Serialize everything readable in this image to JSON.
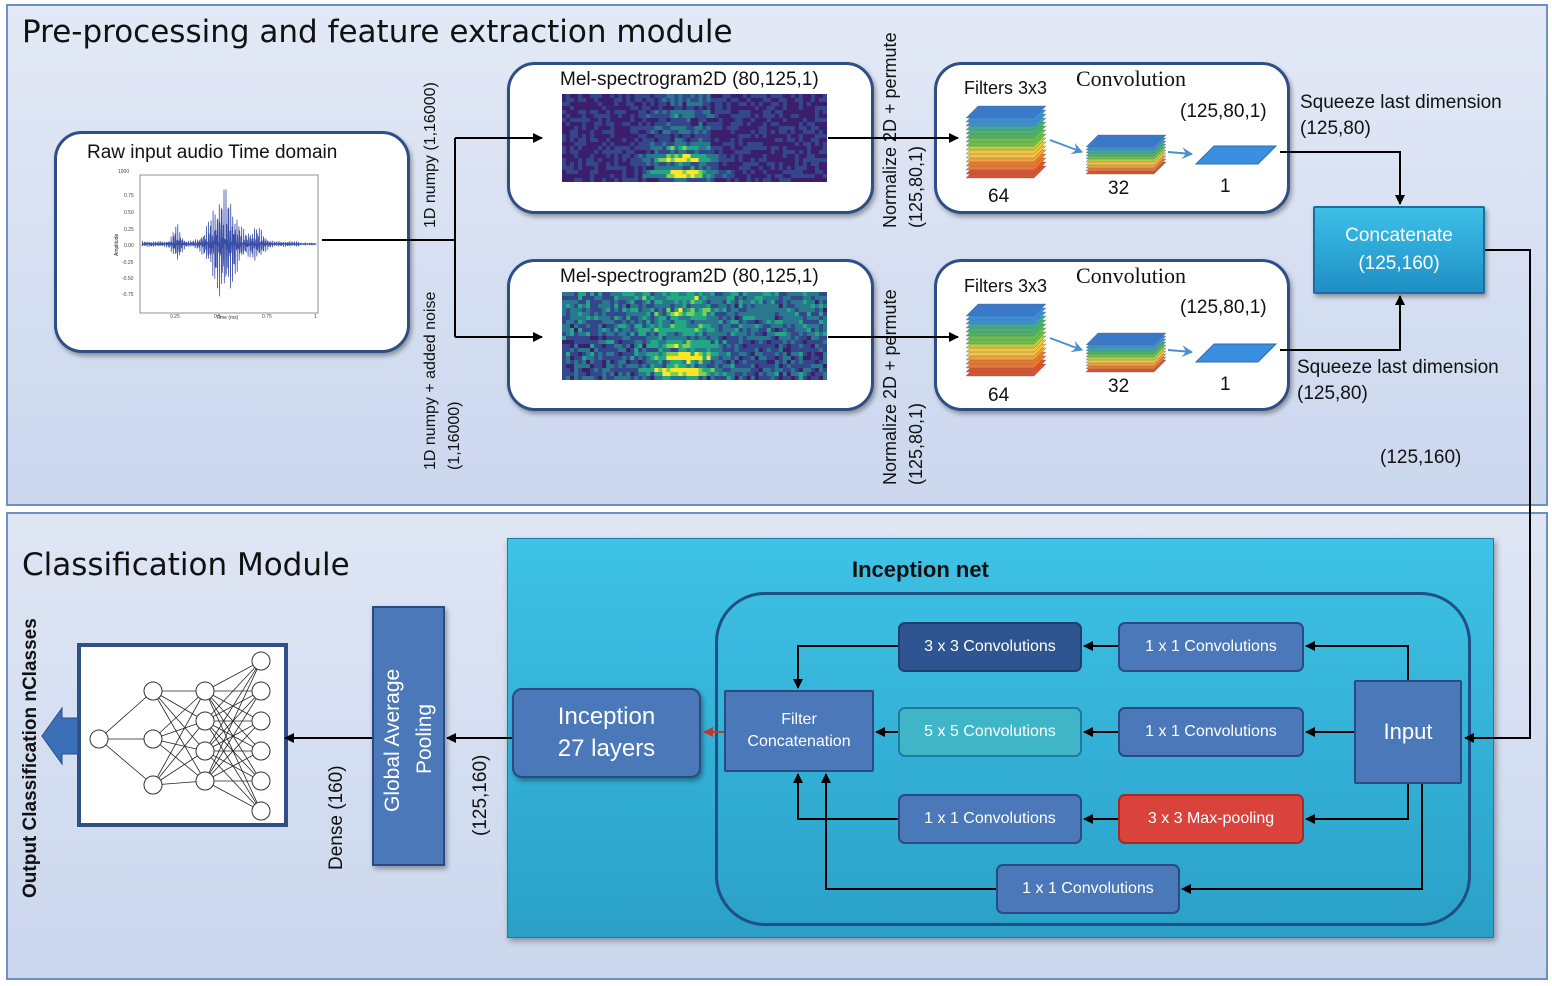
{
  "top_module": {
    "title": "Pre-processing and feature extraction module",
    "raw_audio_label": "Raw input audio Time domain",
    "mel1_label": "Mel-spectrogram2D (80,125,1)",
    "mel2_label": "Mel-spectrogram2D (80,125,1)",
    "numpy1_label": "1D numpy (1,16000)",
    "numpy2_line1": "1D numpy + added noise",
    "numpy2_line2": "(1,16000)",
    "norm1_line1": "Normalize 2D + permute",
    "norm1_line2": "(125,80,1)",
    "norm2_line1": "Normalize 2D + permute",
    "norm2_line2": "(125,80,1)",
    "filters1": "Filters 3x3",
    "conv1": "Convolution",
    "shape1": "(125,80,1)",
    "filters2": "Filters 3x3",
    "conv2": "Convolution",
    "shape2": "(125,80,1)",
    "n64_a": "64",
    "n32_a": "32",
    "n1_a": "1",
    "n64_b": "64",
    "n32_b": "32",
    "n1_b": "1",
    "squeeze1_line1": "Squeeze last dimension",
    "squeeze1_line2": "(125,80)",
    "squeeze2_line1": "Squeeze last dimension",
    "squeeze2_line2": "(125,80)",
    "concat_line1": "Concatenate",
    "concat_line2": "(125,160)",
    "concat_out": "(125,160)"
  },
  "waveform": {
    "ylabel": "Amplitude",
    "xlabel": "Time (ms)",
    "y_ticks": [
      "1000",
      "0.75",
      "0.50",
      "0.25",
      "0.00",
      "-0.25",
      "-0.50",
      "-0.75"
    ],
    "x_ticks": [
      "0.25",
      "0.5",
      "0.75",
      "1"
    ]
  },
  "bottom_module": {
    "title": "Classification Module",
    "output_label": "Output Classification nClasses",
    "dense_label": "Dense (160)",
    "gap_line1": "Global Average",
    "gap_line2": "Pooling",
    "gap_shape": "(125,160)",
    "inception_title": "Inception net",
    "inception_layers_line1": "Inception",
    "inception_layers_line2": "27 layers",
    "filter_concat_line1": "Filter",
    "filter_concat_line2": "Concatenation",
    "conv3x3": "3 x 3 Convolutions",
    "conv5x5": "5 x 5 Convolutions",
    "conv1x1_top": "1 x 1 Convolutions",
    "conv1x1_mid": "1 x 1 Convolutions",
    "conv1x1_low": "1 x 1 Convolutions",
    "conv1x1_bottom": "1 x 1 Convolutions",
    "maxpool": "3 x 3 Max-pooling",
    "input": "Input"
  },
  "colors": {
    "panel_border": "#6f8fbf",
    "card_border": "#2e4f86",
    "inception_bg": "#2fb2d9",
    "box_blue": "#4a78b8",
    "conv3x3": "#2f5590",
    "conv5x5": "#3fb6c8",
    "maxpool": "#d9433b",
    "concatenate": "#2aa6d6"
  }
}
